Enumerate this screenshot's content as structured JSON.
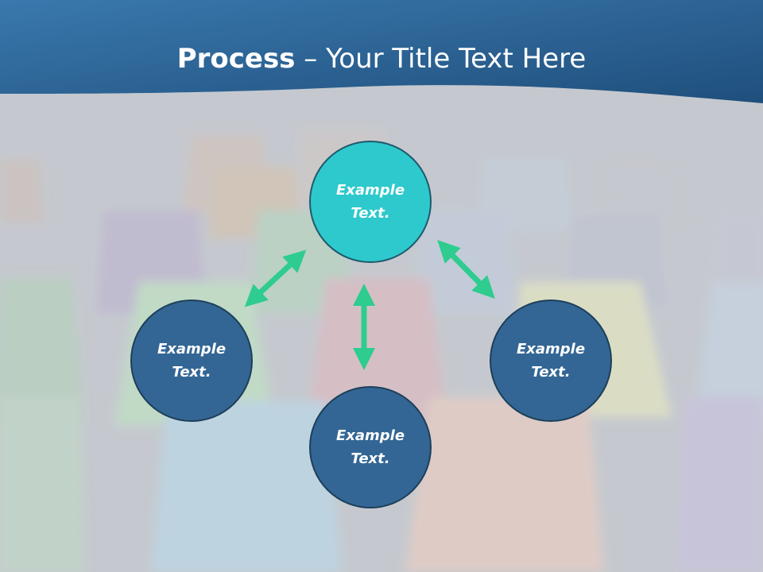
{
  "slide": {
    "title_bold": "Process",
    "title_rest": " – Your Title Text Here"
  },
  "circles": [
    {
      "label": "Example Text.",
      "color": "#2ec9cc"
    },
    {
      "label": "Example Text.",
      "color": "#336694"
    },
    {
      "label": "Example Text.",
      "color": "#336694"
    },
    {
      "label": "Example Text.",
      "color": "#336694"
    }
  ],
  "colors": {
    "header": "#2f6a9c",
    "arrow": "#2ecc8f",
    "background": "#c8ccd0"
  }
}
